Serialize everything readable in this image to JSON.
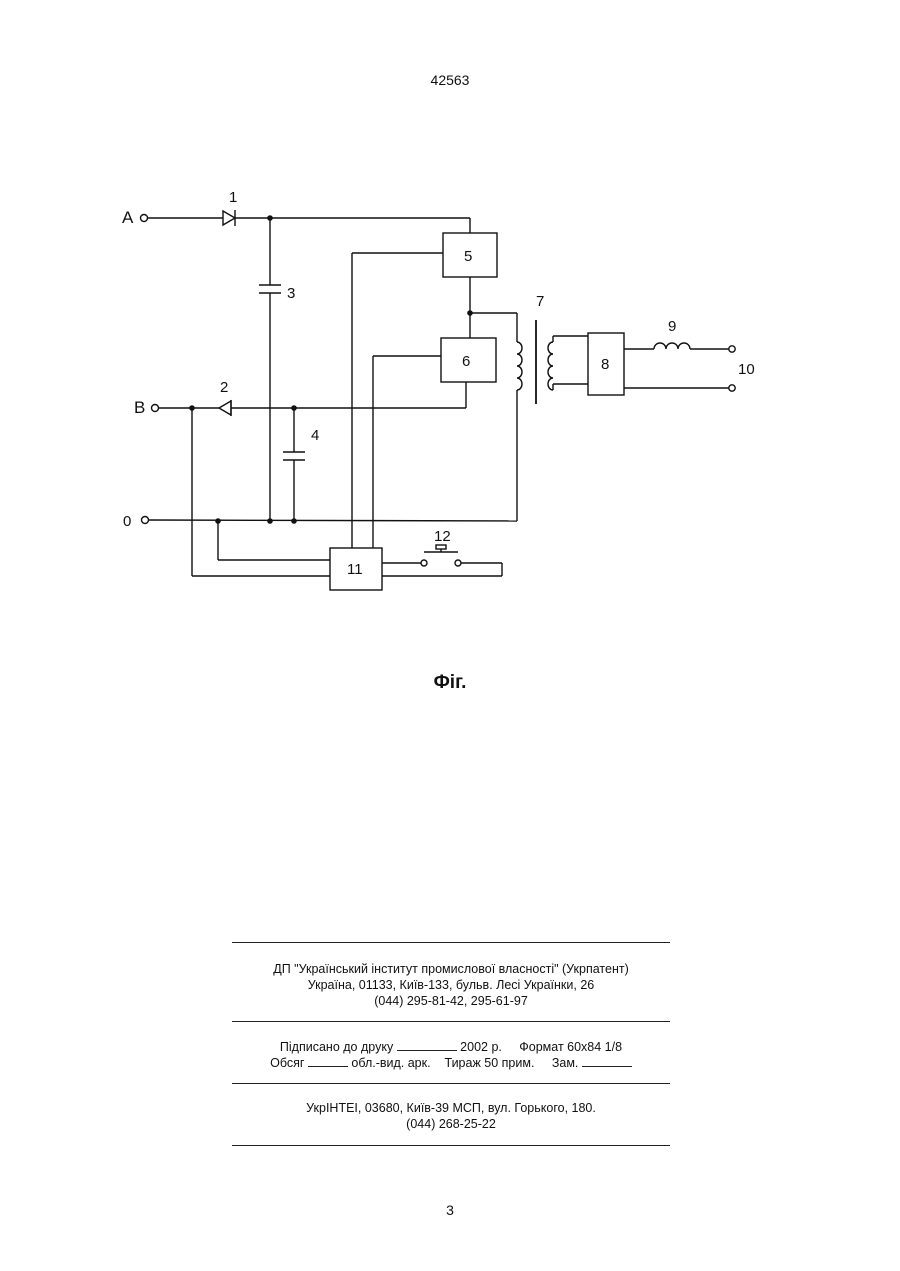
{
  "header": {
    "patent_number": "42563"
  },
  "diagram": {
    "terminals": {
      "a": "A",
      "b": "B",
      "zero": "0"
    },
    "component_labels": {
      "diode_1": "1",
      "diode_2": "2",
      "capacitor_3": "3",
      "capacitor_4": "4",
      "block_5": "5",
      "block_6": "6",
      "transformer_7": "7",
      "block_8": "8",
      "inductor_9": "9",
      "output_10": "10",
      "block_11": "11",
      "switch_12": "12"
    }
  },
  "figure_caption": "Фіг.",
  "imprint": {
    "org_line": "ДП \"Український інститут промислової власності\" (Укрпатент)",
    "address_line": "Україна, 01133, Київ-133, бульв. Лесі Українки, 26",
    "phone_line": "(044) 295-81-42, 295-61-97",
    "signed_label": "Підписано до друку",
    "signed_year": "2002 р.",
    "format_label": "Формат 60х84 1/8",
    "volume_label": "Обсяг",
    "sheets_label": "обл.-вид. арк.",
    "run_label": "Тираж 50 прим.",
    "order_label": "Зам.",
    "printer_line": "УкрІНТЕІ, 03680, Київ-39 МСП, вул. Горького, 180.",
    "printer_phone": "(044) 268-25-22"
  },
  "footer": {
    "page_number": "3"
  }
}
